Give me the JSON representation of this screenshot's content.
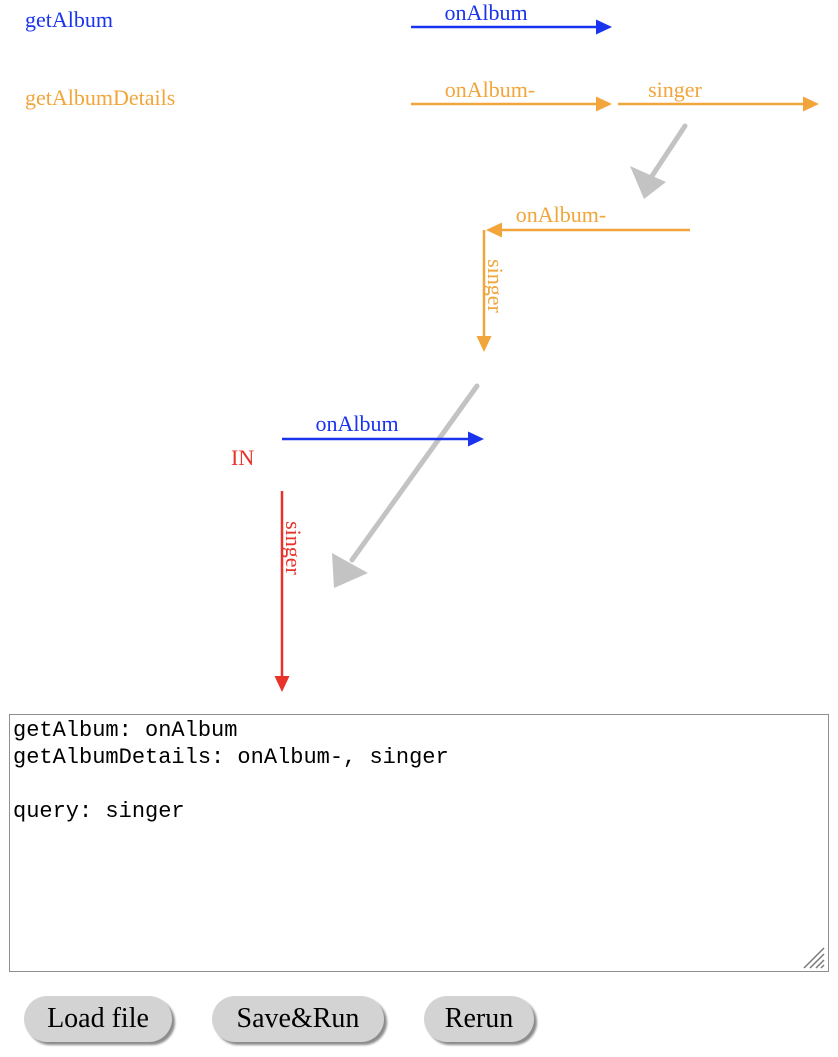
{
  "colors": {
    "blue": "#1a33ee",
    "orange": "#f2a53a",
    "red": "#e8322a",
    "gray_arrow": "#c3c3c3"
  },
  "diagram": {
    "labels": {
      "get_album": "getAlbum",
      "get_album_details": "getAlbumDetails",
      "on_album_top": "onAlbum",
      "on_album_dash_1": "onAlbum-",
      "singer_1": "singer",
      "on_album_dash_2": "onAlbum-",
      "singer_2": "singer",
      "on_album_bottom": "onAlbum",
      "in_label": "IN",
      "singer_3": "singer"
    }
  },
  "editor": {
    "content": "getAlbum: onAlbum\ngetAlbumDetails: onAlbum-, singer\n\nquery: singer"
  },
  "buttons": {
    "load": "Load file",
    "save_run": "Save&Run",
    "rerun": "Rerun"
  }
}
